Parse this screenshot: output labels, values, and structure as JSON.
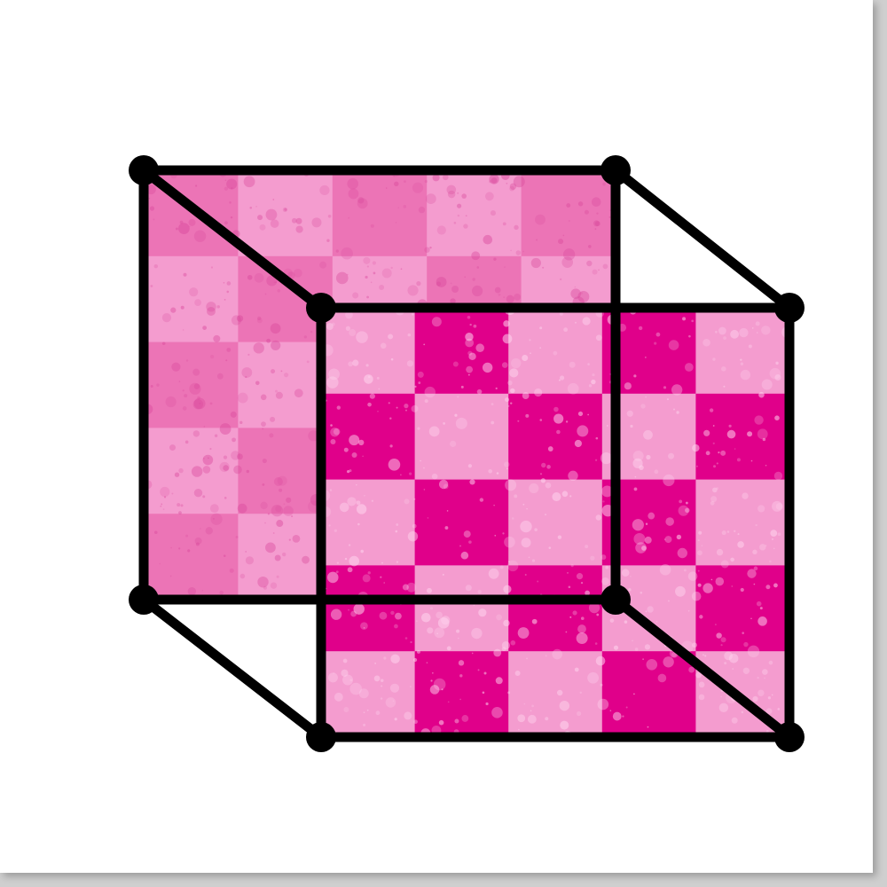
{
  "colors": {
    "background": "#ffffff",
    "frame_shadow": "#cfcfcf",
    "pink_light": "#f49ccf",
    "pink_mid": "#ec74b6",
    "pink_dark": "#e0008a",
    "edge": "#000000",
    "speck_light": "#ffd6ef",
    "speck_dark": "#d9479b"
  },
  "icon": {
    "name": "wireframe-cube-icon",
    "back_face_pattern": "checkerboard",
    "front_face_pattern": "checkerboard",
    "texture": "speckled"
  }
}
